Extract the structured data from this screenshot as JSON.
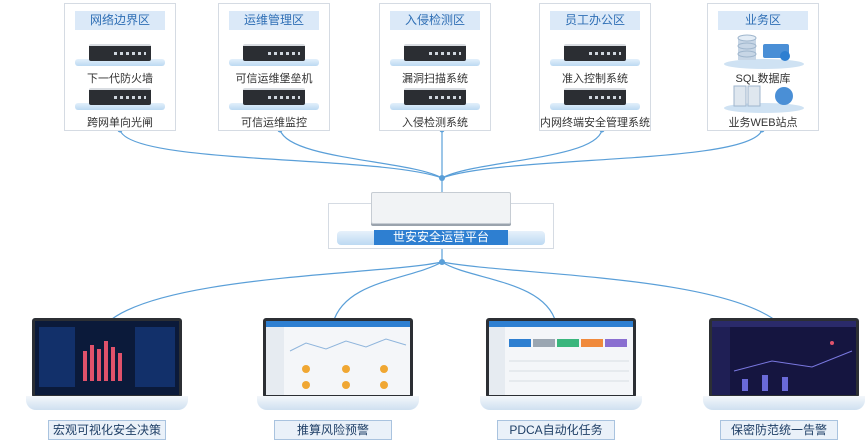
{
  "zones": [
    {
      "title": "网络边界区",
      "devices": [
        "下一代防火墙",
        "跨网单向光闸"
      ]
    },
    {
      "title": "运维管理区",
      "devices": [
        "可信运维堡垒机",
        "可信运维监控"
      ]
    },
    {
      "title": "入侵检测区",
      "devices": [
        "漏洞扫描系统",
        "入侵检测系统"
      ]
    },
    {
      "title": "员工办公区",
      "devices": [
        "准入控制系统",
        "内网终端安全管理系统"
      ]
    },
    {
      "title": "业务区",
      "devices": [
        "SQL数据库",
        "业务WEB站点"
      ]
    }
  ],
  "hub": {
    "title": "世安安全运营平台"
  },
  "outputs": [
    {
      "label": "宏观可视化安全决策",
      "theme": "dark"
    },
    {
      "label": "推算风险预警",
      "theme": "light"
    },
    {
      "label": "PDCA自动化任务",
      "theme": "light"
    },
    {
      "label": "保密防范统一告警",
      "theme": "dark2"
    }
  ],
  "colors": {
    "line": "#5a9fd8",
    "accent": "#2e7fd1",
    "zone_title_bg": "#dbe9f8"
  }
}
